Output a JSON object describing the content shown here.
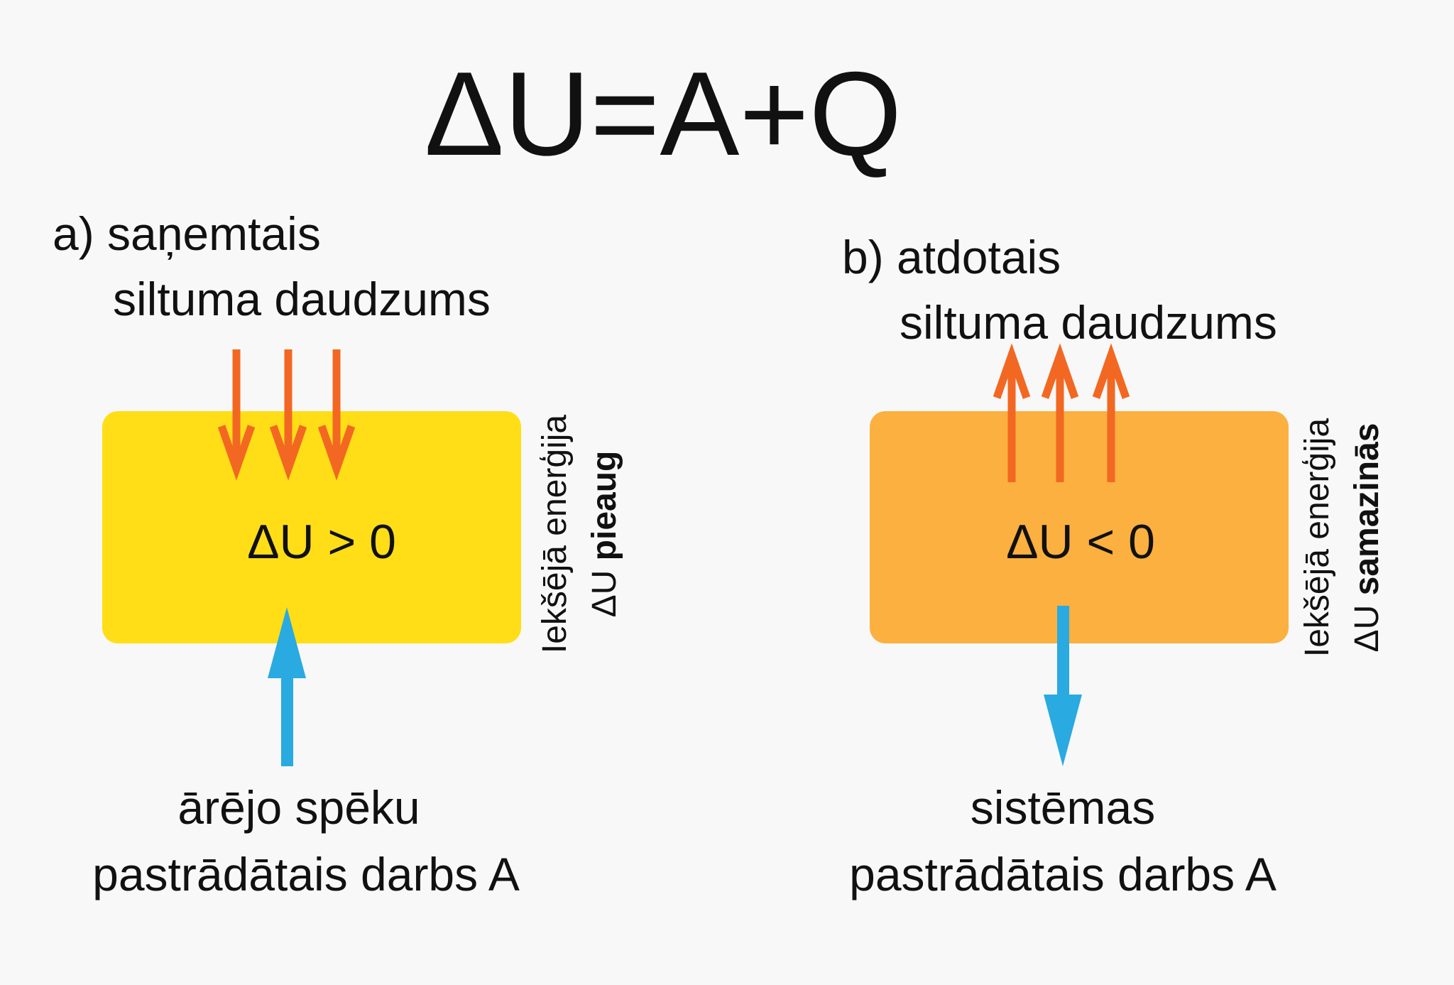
{
  "title": "ΔU=A+Q",
  "colors": {
    "background": "#f8f8f8",
    "box_a": "#FFDE17",
    "box_b": "#FBB040",
    "heat_arrow": "#F26822",
    "work_arrow": "#29AAE1"
  },
  "panel_a": {
    "heat_label_line1": "a) saņemtais",
    "heat_label_line2": "siltuma daudzums",
    "box_label": "ΔU > 0",
    "side_line1": "Iekšējā enerģija",
    "side_line2_prefix": "ΔU ",
    "side_line2_bold": "pieaug",
    "work_label_line1": "ārējo spēku",
    "work_label_line2": "pastrādātais darbs A"
  },
  "panel_b": {
    "heat_label_line1": "b) atdotais",
    "heat_label_line2": "siltuma daudzums",
    "box_label": "ΔU < 0",
    "side_line1": "Iekšējā enerģija",
    "side_line2_prefix": "ΔU ",
    "side_line2_bold": "samazinās",
    "work_label_line1": "sistēmas",
    "work_label_line2": "pastrādātais darbs A"
  }
}
